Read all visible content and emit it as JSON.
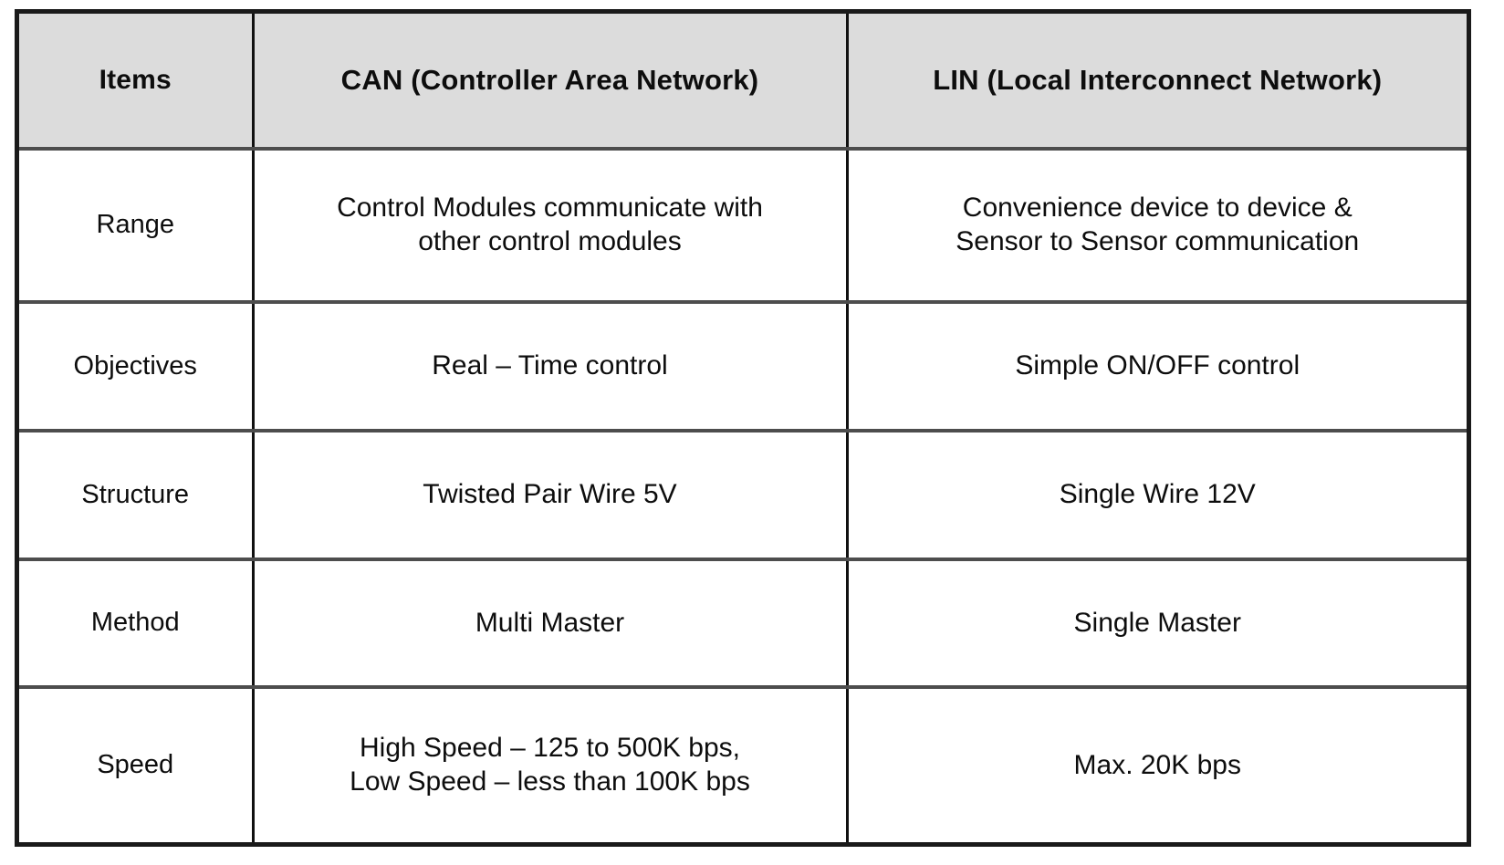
{
  "table": {
    "name": "CAN vs LIN comparison table",
    "columns": [
      {
        "key": "items",
        "label": "Items"
      },
      {
        "key": "can",
        "label": "CAN (Controller Area Network)"
      },
      {
        "key": "lin",
        "label": "LIN  (Local Interconnect Network)"
      }
    ],
    "rows": [
      {
        "item": "Range",
        "can": "Control Modules communicate with\nother control modules",
        "lin": "Convenience device to device &\nSensor to Sensor communication"
      },
      {
        "item": "Objectives",
        "can": "Real – Time  control",
        "lin": "Simple ON/OFF control"
      },
      {
        "item": "Structure",
        "can": "Twisted Pair Wire 5V",
        "lin": "Single Wire 12V"
      },
      {
        "item": "Method",
        "can": "Multi Master",
        "lin": "Single Master"
      },
      {
        "item": "Speed",
        "can": "High Speed – 125 to 500K bps,\nLow Speed – less than 100K bps",
        "lin": "Max. 20K bps"
      }
    ]
  },
  "colors": {
    "header_background": "#dcdcdc",
    "body_background": "#ffffff",
    "frame": "#1a1a1a",
    "grid_line": "#4d4d4d",
    "text": "#0d0d0d"
  }
}
